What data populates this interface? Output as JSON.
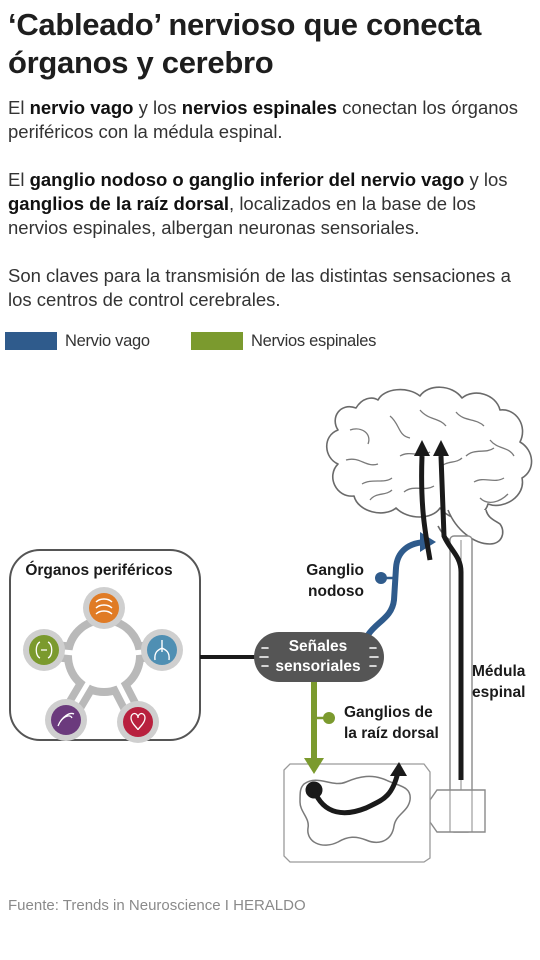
{
  "title": "‘Cableado’ nervioso que conecta órganos y cerebro",
  "p1": {
    "a": "El ",
    "b1": "nervio vago",
    "c": " y los ",
    "b2": "nervios espinales",
    "d": " conectan los órganos periféricos con la médula espinal."
  },
  "p2": {
    "a": "El ",
    "b1": "ganglio nodoso o ganglio inferior del nervio vago",
    "c": " y los ",
    "b2": "ganglios de la raíz dorsal",
    "d": ", localizados en la base de los nervios espinales, albergan neuronas sensoriales."
  },
  "p3": "Son claves para la transmisión de las distintas sensaciones a los centros de control cerebrales.",
  "legend": [
    {
      "label": "Nervio vago",
      "color": "#2f5b8c"
    },
    {
      "label": "Nervios espinales",
      "color": "#7b9a2e"
    }
  ],
  "diagram": {
    "organos_label": "Órganos periféricos",
    "senales_line1": "Señales",
    "senales_line2": "sensoriales",
    "ganglio_nodoso_line1": "Ganglio",
    "ganglio_nodoso_line2": "nodoso",
    "ganglios_raiz_line1": "Ganglios de",
    "ganglios_raiz_line2": "la raíz dorsal",
    "medula_line1": "Médula",
    "medula_line2": "espinal",
    "organ_icons": [
      "intestine-icon",
      "lungs-icon",
      "heart-icon",
      "stomach-icon",
      "kidney-icon"
    ],
    "organ_colors": {
      "intestine": "#e07b25",
      "lungs": "#4f8fb3",
      "heart": "#b8203e",
      "stomach": "#6b3a7d",
      "kidney": "#7b9a2e"
    }
  },
  "source": "Fuente: Trends in Neuroscience  I  HERALDO"
}
